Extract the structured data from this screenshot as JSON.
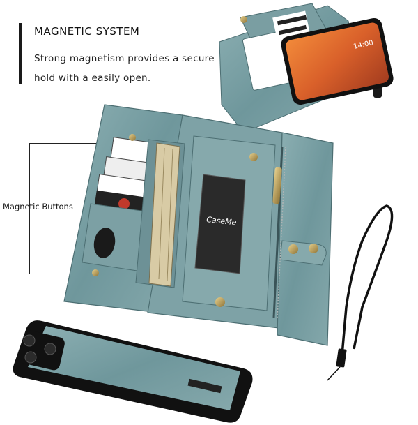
{
  "header": {
    "title": "MAGNETIC SYSTEM",
    "description": "Strong magnetism provides a secure hold with a easily open."
  },
  "callout": {
    "label": "Magnetic Buttons"
  },
  "phone": {
    "time": "14:00"
  },
  "brand": {
    "logo": "CaseMe"
  },
  "colors": {
    "leather": "#7fa3a7",
    "leather_dark": "#5e8287",
    "button": "#b8995a",
    "phone_screen": "#d9602a"
  }
}
